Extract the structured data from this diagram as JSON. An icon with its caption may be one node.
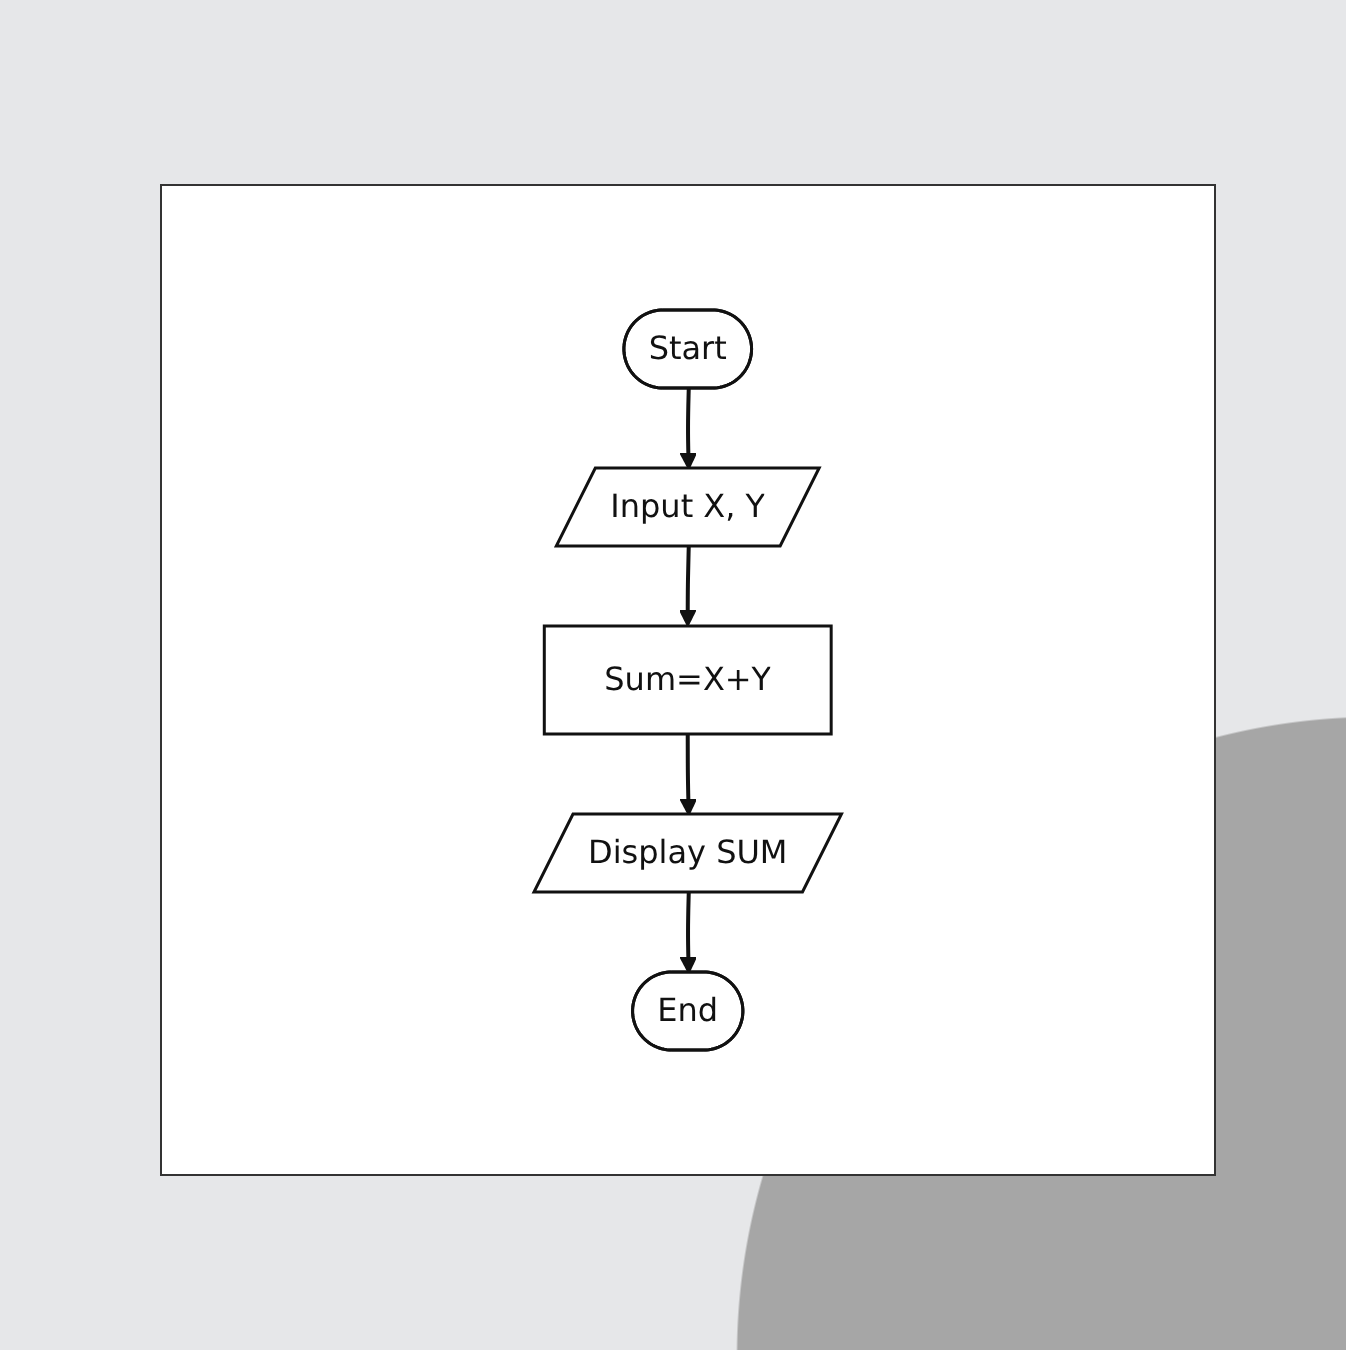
{
  "diagram": {
    "nodes": [
      {
        "text": [
          "Start"
        ]
      },
      {
        "text": [
          "Input X, Y"
        ]
      },
      {
        "text": [
          "Sum=X+Y"
        ]
      },
      {
        "text": [
          "Display SUM"
        ]
      },
      {
        "text": [
          "End"
        ]
      }
    ],
    "edges": [
      {
        "from": 0,
        "to": 1,
        "arrow": "to"
      },
      {
        "from": 1,
        "to": 2,
        "arrow": "to"
      },
      {
        "from": 2,
        "to": 3,
        "arrow": "to"
      },
      {
        "from": 3,
        "to": 4,
        "arrow": "to"
      }
    ]
  }
}
